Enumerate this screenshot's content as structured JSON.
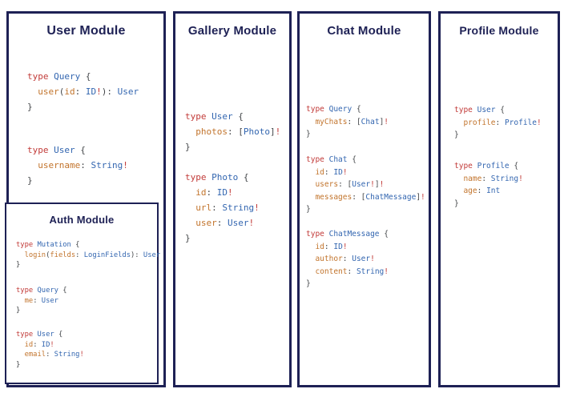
{
  "colors": {
    "border_navy": "#1e2155",
    "title_navy": "#1e2155",
    "keyword_red": "#c23b39",
    "type_blue": "#3366b0",
    "field_orange": "#c2742c",
    "punctuation_dark": "#44474a",
    "non_null_bang_red": "#c23b39",
    "background": "#ffffff"
  },
  "panels": {
    "user": {
      "title": "User Module",
      "blocks": [
        [
          [
            [
              "kw",
              "type "
            ],
            [
              "ty",
              "Query "
            ],
            [
              "pu",
              "{"
            ]
          ],
          [
            [
              "pu",
              "  "
            ],
            [
              "fd",
              "user"
            ],
            [
              "pu",
              "("
            ],
            [
              "fd",
              "id"
            ],
            [
              "pu",
              ": "
            ],
            [
              "ty",
              "ID"
            ],
            [
              "bg",
              "!"
            ],
            [
              "pu",
              "): "
            ],
            [
              "ty",
              "User"
            ]
          ],
          [
            [
              "pu",
              "}"
            ]
          ]
        ],
        [
          [
            [
              "kw",
              "type "
            ],
            [
              "ty",
              "User "
            ],
            [
              "pu",
              "{"
            ]
          ],
          [
            [
              "pu",
              "  "
            ],
            [
              "fd",
              "username"
            ],
            [
              "pu",
              ": "
            ],
            [
              "ty",
              "String"
            ],
            [
              "bg",
              "!"
            ]
          ],
          [
            [
              "pu",
              "}"
            ]
          ]
        ]
      ]
    },
    "auth": {
      "title": "Auth Module",
      "blocks": [
        [
          [
            [
              "kw",
              "type "
            ],
            [
              "ty",
              "Mutation "
            ],
            [
              "pu",
              "{"
            ]
          ],
          [
            [
              "pu",
              "  "
            ],
            [
              "fd",
              "login"
            ],
            [
              "pu",
              "("
            ],
            [
              "fd",
              "fields"
            ],
            [
              "pu",
              ": "
            ],
            [
              "ty",
              "LoginFields"
            ],
            [
              "pu",
              "): "
            ],
            [
              "ty",
              "User"
            ]
          ],
          [
            [
              "pu",
              "}"
            ]
          ]
        ],
        [
          [
            [
              "kw",
              "type "
            ],
            [
              "ty",
              "Query "
            ],
            [
              "pu",
              "{"
            ]
          ],
          [
            [
              "pu",
              "  "
            ],
            [
              "fd",
              "me"
            ],
            [
              "pu",
              ": "
            ],
            [
              "ty",
              "User"
            ]
          ],
          [
            [
              "pu",
              "}"
            ]
          ]
        ],
        [
          [
            [
              "kw",
              "type "
            ],
            [
              "ty",
              "User "
            ],
            [
              "pu",
              "{"
            ]
          ],
          [
            [
              "pu",
              "  "
            ],
            [
              "fd",
              "id"
            ],
            [
              "pu",
              ": "
            ],
            [
              "ty",
              "ID"
            ],
            [
              "bg",
              "!"
            ]
          ],
          [
            [
              "pu",
              "  "
            ],
            [
              "fd",
              "email"
            ],
            [
              "pu",
              ": "
            ],
            [
              "ty",
              "String"
            ],
            [
              "bg",
              "!"
            ]
          ],
          [
            [
              "pu",
              "}"
            ]
          ]
        ]
      ]
    },
    "gallery": {
      "title": "Gallery Module",
      "blocks": [
        [
          [
            [
              "kw",
              "type "
            ],
            [
              "ty",
              "User "
            ],
            [
              "pu",
              "{"
            ]
          ],
          [
            [
              "pu",
              "  "
            ],
            [
              "fd",
              "photos"
            ],
            [
              "pu",
              ": ["
            ],
            [
              "ty",
              "Photo"
            ],
            [
              "pu",
              "]"
            ],
            [
              "bg",
              "!"
            ]
          ],
          [
            [
              "pu",
              "}"
            ]
          ]
        ],
        [
          [
            [
              "kw",
              "type "
            ],
            [
              "ty",
              "Photo "
            ],
            [
              "pu",
              "{"
            ]
          ],
          [
            [
              "pu",
              "  "
            ],
            [
              "fd",
              "id"
            ],
            [
              "pu",
              ": "
            ],
            [
              "ty",
              "ID"
            ],
            [
              "bg",
              "!"
            ]
          ],
          [
            [
              "pu",
              "  "
            ],
            [
              "fd",
              "url"
            ],
            [
              "pu",
              ": "
            ],
            [
              "ty",
              "String"
            ],
            [
              "bg",
              "!"
            ]
          ],
          [
            [
              "pu",
              "  "
            ],
            [
              "fd",
              "user"
            ],
            [
              "pu",
              ": "
            ],
            [
              "ty",
              "User"
            ],
            [
              "bg",
              "!"
            ]
          ],
          [
            [
              "pu",
              "}"
            ]
          ]
        ]
      ]
    },
    "chat": {
      "title": "Chat Module",
      "blocks": [
        [
          [
            [
              "kw",
              "type "
            ],
            [
              "ty",
              "Query "
            ],
            [
              "pu",
              "{"
            ]
          ],
          [
            [
              "pu",
              "  "
            ],
            [
              "fd",
              "myChats"
            ],
            [
              "pu",
              ": ["
            ],
            [
              "ty",
              "Chat"
            ],
            [
              "pu",
              "]"
            ],
            [
              "bg",
              "!"
            ]
          ],
          [
            [
              "pu",
              "}"
            ]
          ]
        ],
        [
          [
            [
              "kw",
              "type "
            ],
            [
              "ty",
              "Chat "
            ],
            [
              "pu",
              "{"
            ]
          ],
          [
            [
              "pu",
              "  "
            ],
            [
              "fd",
              "id"
            ],
            [
              "pu",
              ": "
            ],
            [
              "ty",
              "ID"
            ],
            [
              "bg",
              "!"
            ]
          ],
          [
            [
              "pu",
              "  "
            ],
            [
              "fd",
              "users"
            ],
            [
              "pu",
              ": ["
            ],
            [
              "ty",
              "User"
            ],
            [
              "bg",
              "!"
            ],
            [
              "pu",
              "]"
            ],
            [
              "bg",
              "!"
            ]
          ],
          [
            [
              "pu",
              "  "
            ],
            [
              "fd",
              "messages"
            ],
            [
              "pu",
              ": ["
            ],
            [
              "ty",
              "ChatMessage"
            ],
            [
              "pu",
              "]"
            ],
            [
              "bg",
              "!"
            ]
          ],
          [
            [
              "pu",
              "}"
            ]
          ]
        ],
        [
          [
            [
              "kw",
              "type "
            ],
            [
              "ty",
              "ChatMessage "
            ],
            [
              "pu",
              "{"
            ]
          ],
          [
            [
              "pu",
              "  "
            ],
            [
              "fd",
              "id"
            ],
            [
              "pu",
              ": "
            ],
            [
              "ty",
              "ID"
            ],
            [
              "bg",
              "!"
            ]
          ],
          [
            [
              "pu",
              "  "
            ],
            [
              "fd",
              "author"
            ],
            [
              "pu",
              ": "
            ],
            [
              "ty",
              "User"
            ],
            [
              "bg",
              "!"
            ]
          ],
          [
            [
              "pu",
              "  "
            ],
            [
              "fd",
              "content"
            ],
            [
              "pu",
              ": "
            ],
            [
              "ty",
              "String"
            ],
            [
              "bg",
              "!"
            ]
          ],
          [
            [
              "pu",
              "}"
            ]
          ]
        ]
      ]
    },
    "profile": {
      "title": "Profile Module",
      "blocks": [
        [
          [
            [
              "kw",
              "type "
            ],
            [
              "ty",
              "User "
            ],
            [
              "pu",
              "{"
            ]
          ],
          [
            [
              "pu",
              "  "
            ],
            [
              "fd",
              "profile"
            ],
            [
              "pu",
              ": "
            ],
            [
              "ty",
              "Profile"
            ],
            [
              "bg",
              "!"
            ]
          ],
          [
            [
              "pu",
              "}"
            ]
          ]
        ],
        [
          [
            [
              "kw",
              "type "
            ],
            [
              "ty",
              "Profile "
            ],
            [
              "pu",
              "{"
            ]
          ],
          [
            [
              "pu",
              "  "
            ],
            [
              "fd",
              "name"
            ],
            [
              "pu",
              ": "
            ],
            [
              "ty",
              "String"
            ],
            [
              "bg",
              "!"
            ]
          ],
          [
            [
              "pu",
              "  "
            ],
            [
              "fd",
              "age"
            ],
            [
              "pu",
              ": "
            ],
            [
              "ty",
              "Int"
            ]
          ],
          [
            [
              "pu",
              "}"
            ]
          ]
        ]
      ]
    }
  }
}
